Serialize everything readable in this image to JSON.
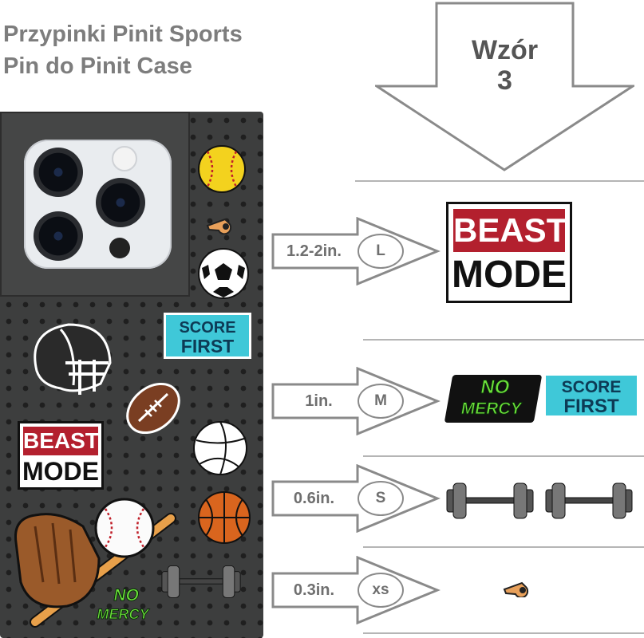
{
  "header": {
    "title_line1": "Przypinki Pinit Sports",
    "title_line2": "Pin do Pinit Case"
  },
  "pattern": {
    "label_line1": "Wzór",
    "label_line2": "3"
  },
  "sizes": [
    {
      "length": "1.2-2in.",
      "code": "L"
    },
    {
      "length": "1in.",
      "code": "M"
    },
    {
      "length": "0.6in.",
      "code": "S"
    },
    {
      "length": "0.3in.",
      "code": "xs"
    }
  ],
  "pins": {
    "beast_top": "BEAST",
    "beast_bottom": "MODE",
    "score_top": "SCORE",
    "score_bottom": "FIRST",
    "nomercy_top": "NO",
    "nomercy_bottom": "MERCY"
  },
  "colors": {
    "case": "#3d3e3e",
    "beast_red": "#b3202e",
    "score_cyan": "#3fc8d8",
    "nomercy_green": "#6ce23a",
    "text_gray": "#7d7d7d"
  }
}
